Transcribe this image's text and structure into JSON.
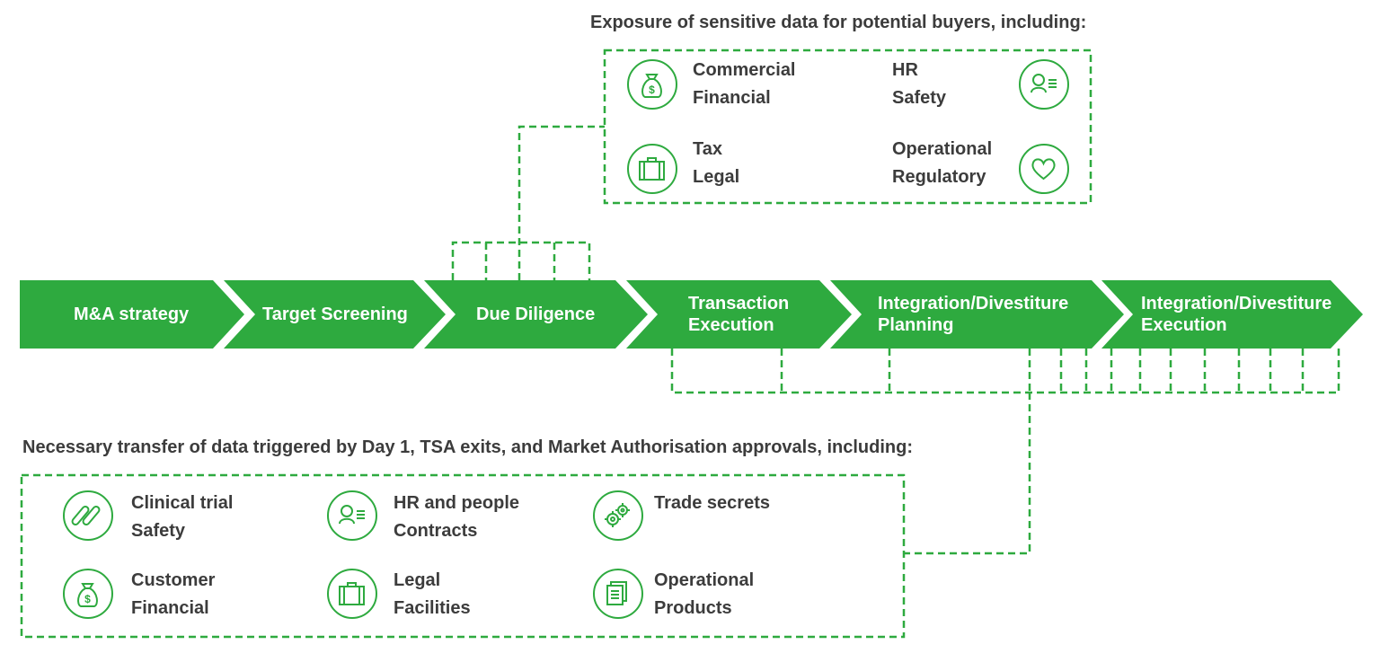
{
  "colors": {
    "accent": "#2eaa3f",
    "text": "#3c3c3c",
    "arrow_text": "#ffffff"
  },
  "top_box": {
    "title": "Exposure of sensitive data for potential buyers, including:",
    "items": [
      {
        "icon": "money-bag-icon",
        "line1": "Commercial",
        "line2": "Financial"
      },
      {
        "icon": "person-list-icon",
        "line1": "HR",
        "line2": "Safety"
      },
      {
        "icon": "briefcase-icon",
        "line1": "Tax",
        "line2": "Legal"
      },
      {
        "icon": "heart-icon",
        "line1": "Operational",
        "line2": "Regulatory"
      }
    ]
  },
  "stages": [
    {
      "line1": "M&A strategy",
      "line2": ""
    },
    {
      "line1": "Target Screening",
      "line2": ""
    },
    {
      "line1": "Due Diligence",
      "line2": ""
    },
    {
      "line1": "Transaction",
      "line2": "Execution"
    },
    {
      "line1": "Integration/Divestiture",
      "line2": "Planning"
    },
    {
      "line1": "Integration/Divestiture",
      "line2": "Execution"
    }
  ],
  "bottom_box": {
    "title": "Necessary transfer of data triggered by Day 1, TSA exits, and Market Authorisation approvals, including:",
    "items": [
      {
        "icon": "test-tubes-icon",
        "line1": "Clinical trial",
        "line2": "Safety"
      },
      {
        "icon": "person-list-icon",
        "line1": "HR and people",
        "line2": "Contracts"
      },
      {
        "icon": "gears-icon",
        "line1": "Trade secrets",
        "line2": ""
      },
      {
        "icon": "money-bag-icon",
        "line1": "Customer",
        "line2": "Financial"
      },
      {
        "icon": "briefcase-icon",
        "line1": "Legal",
        "line2": "Facilities"
      },
      {
        "icon": "documents-icon",
        "line1": "Operational",
        "line2": "Products"
      }
    ]
  }
}
